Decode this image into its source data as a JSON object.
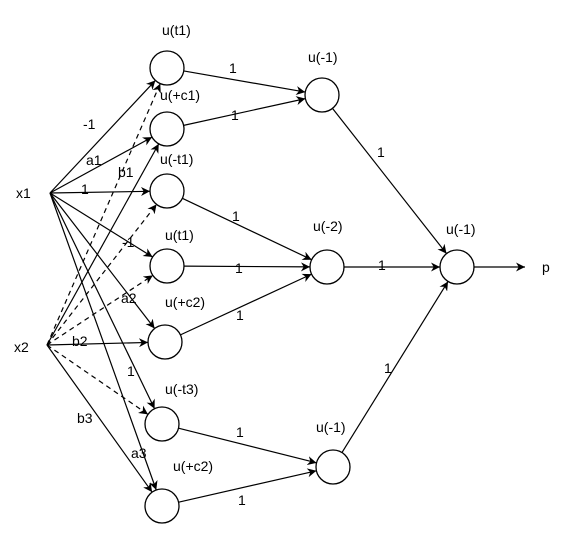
{
  "inputs": [
    {
      "id": "x1",
      "label": "x1"
    },
    {
      "id": "x2",
      "label": "x2"
    }
  ],
  "hidden_layer_1": [
    {
      "id": "h1",
      "label": "u(t1)"
    },
    {
      "id": "h2",
      "label": "u(+c1)"
    },
    {
      "id": "h3",
      "label": "u(-t1)"
    },
    {
      "id": "h4",
      "label": "u(t1)"
    },
    {
      "id": "h5",
      "label": "u(+c2)"
    },
    {
      "id": "h6",
      "label": "u(-t3)"
    },
    {
      "id": "h7",
      "label": "u(+c2)"
    }
  ],
  "hidden_layer_2": [
    {
      "id": "g1",
      "label": "u(-1)"
    },
    {
      "id": "g2",
      "label": "u(-2)"
    },
    {
      "id": "g3",
      "label": "u(-1)"
    }
  ],
  "output_node": {
    "id": "o",
    "label": "u(-1)"
  },
  "output_label": "p",
  "edges": [
    {
      "from": "x1",
      "to": "h1",
      "label": "-1",
      "style": "solid"
    },
    {
      "from": "x1",
      "to": "h2",
      "label": "a1",
      "style": "solid"
    },
    {
      "from": "x1",
      "to": "h3",
      "label": "1",
      "style": "solid"
    },
    {
      "from": "x1",
      "to": "h4",
      "label": "-1",
      "style": "solid"
    },
    {
      "from": "x1",
      "to": "h5",
      "label": "a2",
      "style": "solid"
    },
    {
      "from": "x1",
      "to": "h6",
      "label": "1",
      "style": "solid"
    },
    {
      "from": "x1",
      "to": "h7",
      "label": "a3",
      "style": "solid"
    },
    {
      "from": "x2",
      "to": "h1",
      "label": "",
      "style": "dashed"
    },
    {
      "from": "x2",
      "to": "h2",
      "label": "b1",
      "style": "solid"
    },
    {
      "from": "x2",
      "to": "h3",
      "label": "",
      "style": "dashed"
    },
    {
      "from": "x2",
      "to": "h4",
      "label": "",
      "style": "dashed"
    },
    {
      "from": "x2",
      "to": "h5",
      "label": "b2",
      "style": "solid"
    },
    {
      "from": "x2",
      "to": "h6",
      "label": "",
      "style": "dashed"
    },
    {
      "from": "x2",
      "to": "h7",
      "label": "b3",
      "style": "solid"
    },
    {
      "from": "h1",
      "to": "g1",
      "label": "1",
      "style": "solid"
    },
    {
      "from": "h2",
      "to": "g1",
      "label": "1",
      "style": "solid"
    },
    {
      "from": "h3",
      "to": "g2",
      "label": "1",
      "style": "solid"
    },
    {
      "from": "h4",
      "to": "g2",
      "label": "1",
      "style": "solid"
    },
    {
      "from": "h5",
      "to": "g2",
      "label": "1",
      "style": "solid"
    },
    {
      "from": "h6",
      "to": "g3",
      "label": "1",
      "style": "solid"
    },
    {
      "from": "h7",
      "to": "g3",
      "label": "1",
      "style": "solid"
    },
    {
      "from": "g1",
      "to": "o",
      "label": "1",
      "style": "solid"
    },
    {
      "from": "g2",
      "to": "o",
      "label": "1",
      "style": "solid"
    },
    {
      "from": "g3",
      "to": "o",
      "label": "1",
      "style": "solid"
    },
    {
      "from": "o",
      "to": "p",
      "label": "",
      "style": "solid"
    }
  ]
}
